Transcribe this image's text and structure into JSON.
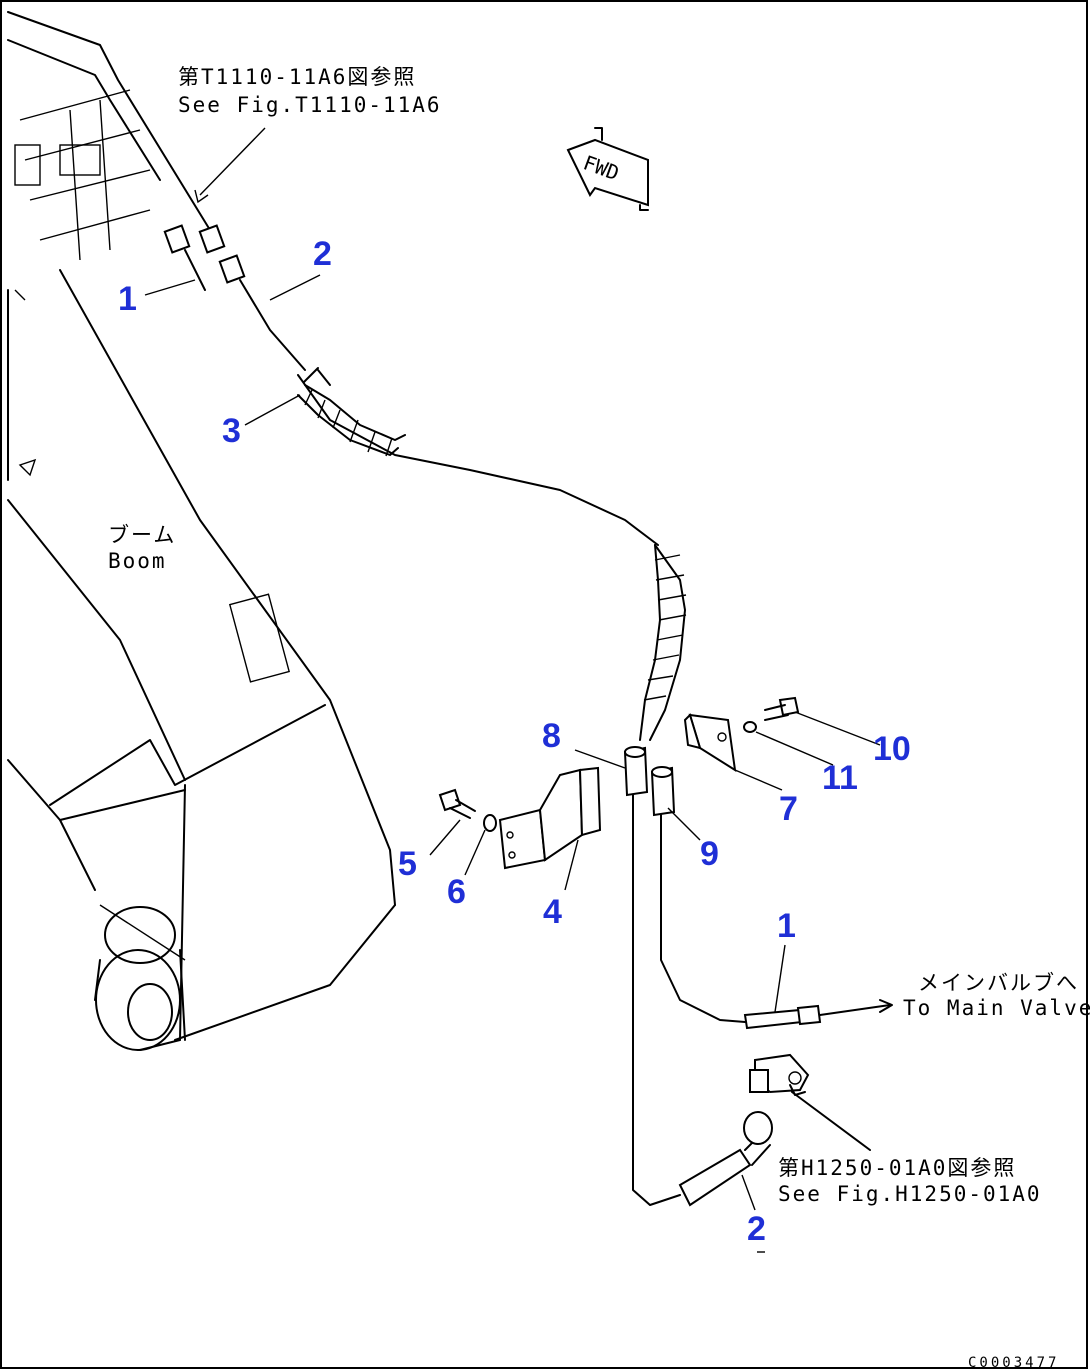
{
  "callouts": {
    "c1_top": "1",
    "c2_top": "2",
    "c3": "3",
    "c4": "4",
    "c5": "5",
    "c6": "6",
    "c7": "7",
    "c8": "8",
    "c9": "9",
    "c10": "10",
    "c11": "11",
    "c1_bottom": "1",
    "c2_bottom": "2"
  },
  "notes": {
    "ref_top_jp": "第T1110-11A6図参照",
    "ref_top_en": "See Fig.T1110-11A6",
    "boom_jp": "ブーム",
    "boom_en": "Boom",
    "main_valve_jp": "メインバルブへ",
    "main_valve_en": "To Main Valve",
    "ref_bottom_jp": "第H1250-01A0図参照",
    "ref_bottom_en": "See Fig.H1250-01A0",
    "fwd": "FWD"
  },
  "doc_id": "C0003477",
  "colors": {
    "callout": "#1f2fd6",
    "line": "#000000"
  }
}
